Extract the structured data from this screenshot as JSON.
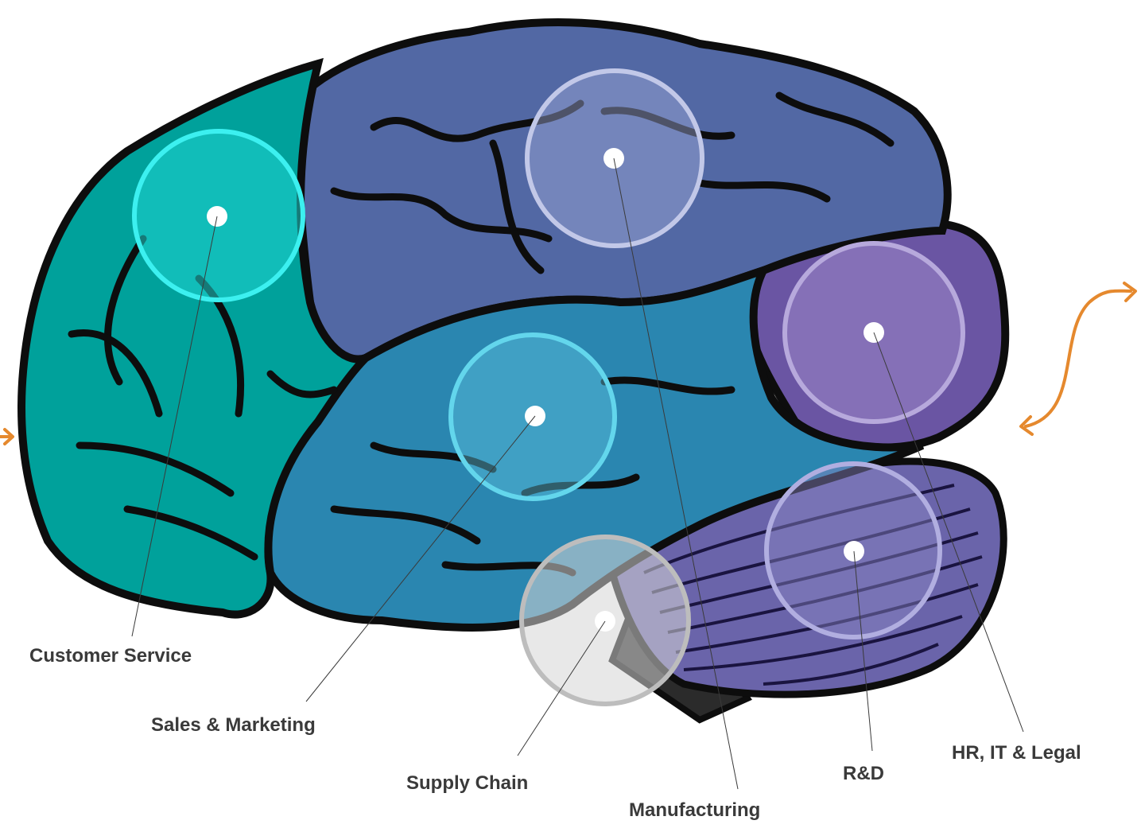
{
  "diagram": {
    "labels": {
      "customer_service": "Customer Service",
      "sales_marketing": "Sales & Marketing",
      "supply_chain": "Supply Chain",
      "manufacturing": "Manufacturing",
      "rnd": "R&D",
      "hr_it_legal": "HR, IT & Legal"
    },
    "colors": {
      "frontal_lobe": "#00a19b",
      "parietal_lobe": "#5268a4",
      "temporal_lobe": "#2a86b0",
      "occipital_lobe": "#6a55a3",
      "cerebellum": "#6a64aa",
      "brainstem": "#666666",
      "outline": "#0d0d0d",
      "arrow": "#e5892e",
      "label_text": "#3a3a3a"
    }
  }
}
